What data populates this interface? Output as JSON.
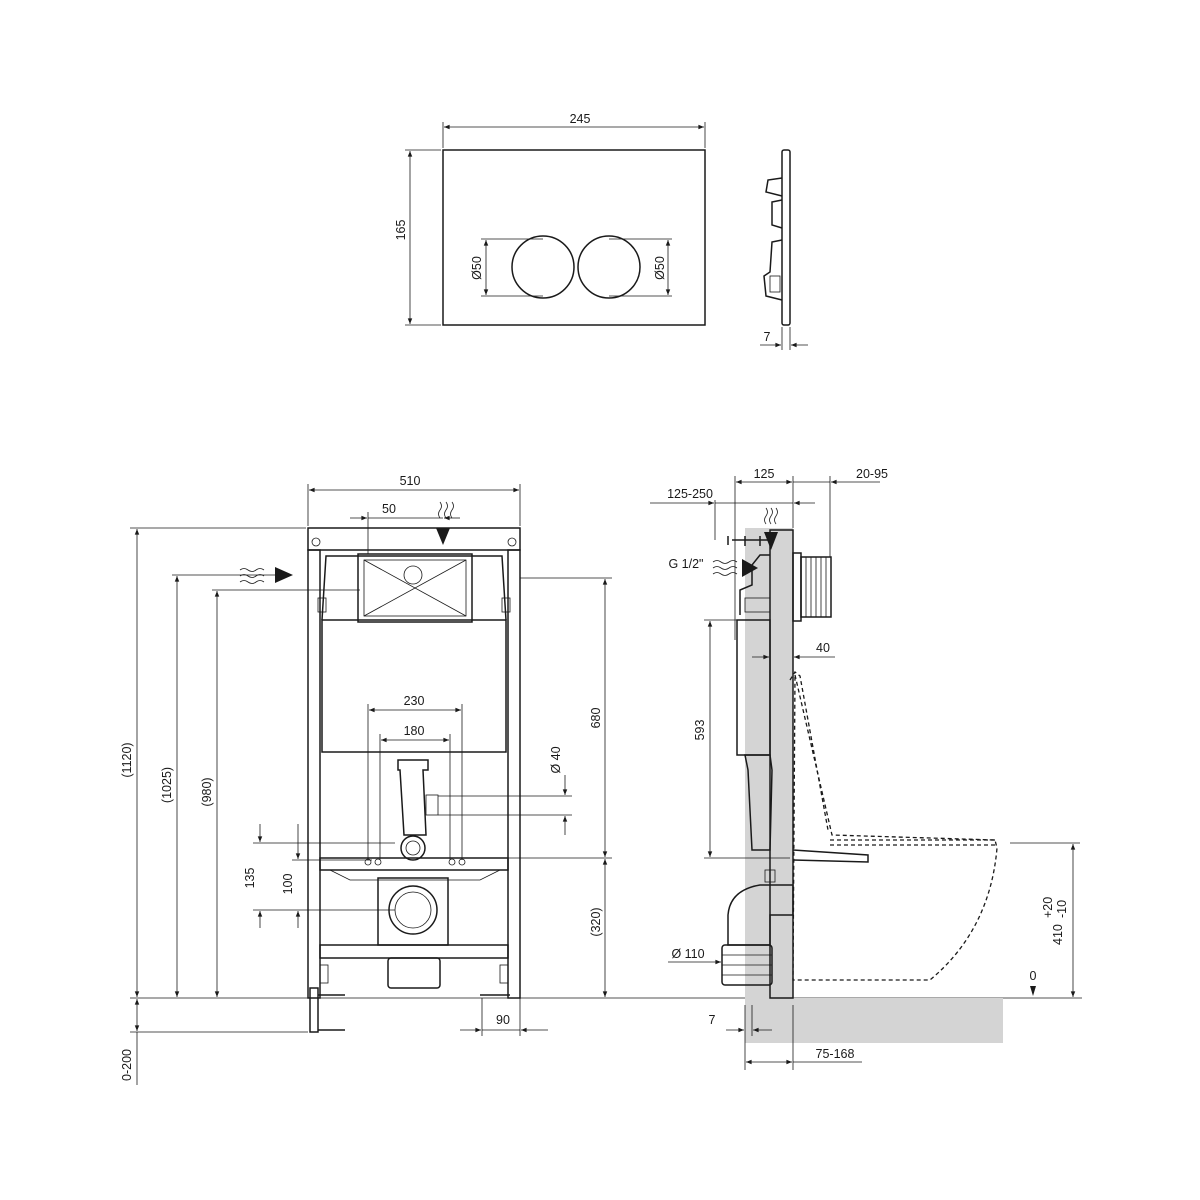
{
  "flush_plate": {
    "width_label": "245",
    "height_label": "165",
    "button_left_diameter": "Ø50",
    "button_right_diameter": "Ø50",
    "thickness_label": "7"
  },
  "front_view": {
    "width_label": "510",
    "inlet_offset_label": "50",
    "total_height_label": "(1120)",
    "height_1025_label": "(1025)",
    "height_980_label": "(980)",
    "height_680_label": "680",
    "height_320_label": "(320)",
    "stud_230_label": "230",
    "stud_180_label": "180",
    "pipe_diameter_label": "Ø 40",
    "height_135_label": "135",
    "height_100_label": "100",
    "foot_90_label": "90",
    "leg_adjust_label": "0-200"
  },
  "side_view": {
    "depth_125_label": "125",
    "plate_20_95_label": "20-95",
    "valve_125_250_label": "125-250",
    "inlet_thread_label": "G 1/2\"",
    "offset_40_label": "40",
    "height_593_label": "593",
    "outlet_diameter_label": "Ø 110",
    "offset_7_label": "7",
    "wall_75_168_label": "75-168",
    "seat_height_label": "410",
    "seat_tol_plus": "+20",
    "seat_tol_minus": "-10",
    "floor_zero_label": "0"
  }
}
